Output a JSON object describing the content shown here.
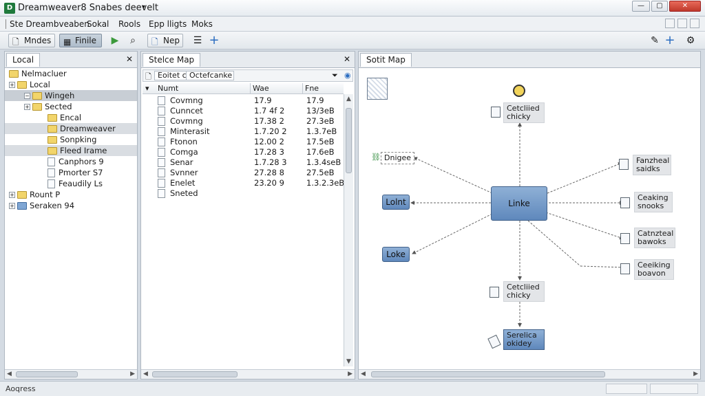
{
  "window": {
    "title": "Dreamweaver8 Snabes deevelt",
    "icon_text": "D",
    "caret": "▾",
    "btn_min": "—",
    "btn_max": "▢",
    "btn_close": "✕"
  },
  "menu": {
    "items": [
      "Ste Dreambveaben",
      "Sokal",
      "Rools",
      "Epp lligts",
      "Moks"
    ]
  },
  "toolbar": {
    "modes_label": "Mndes",
    "finile_label": "Finile",
    "nep_label": "Nep"
  },
  "local_panel": {
    "tab_label": "Local",
    "close": "✕",
    "tree": [
      {
        "label": "Nelmacluer",
        "indent": 0,
        "expander": "",
        "icon": "folder"
      },
      {
        "label": "Local",
        "indent": 0,
        "expander": "+",
        "icon": "folder"
      },
      {
        "label": "Wingeh",
        "indent": 1,
        "expander": "−",
        "icon": "folder",
        "sel": 2
      },
      {
        "label": "Sected",
        "indent": 1,
        "expander": "+",
        "icon": "folder"
      },
      {
        "label": "Encal",
        "indent": 2,
        "expander": "",
        "icon": "folder"
      },
      {
        "label": "Dreamweaver",
        "indent": 2,
        "expander": "",
        "icon": "folder",
        "sel": 1
      },
      {
        "label": "Sonpking",
        "indent": 2,
        "expander": "",
        "icon": "folder"
      },
      {
        "label": "Fleed Irame",
        "indent": 2,
        "expander": "",
        "icon": "folder",
        "sel": 1
      },
      {
        "label": "Canphors 9",
        "indent": 2,
        "expander": "",
        "icon": "file"
      },
      {
        "label": "Pmorter S7",
        "indent": 2,
        "expander": "",
        "icon": "file"
      },
      {
        "label": "Feaudily Ls",
        "indent": 2,
        "expander": "",
        "icon": "file"
      },
      {
        "label": "Rount P",
        "indent": 0,
        "expander": "+",
        "icon": "folder"
      },
      {
        "label": "Seraken 94",
        "indent": 0,
        "expander": "+",
        "icon": "folder-blue"
      }
    ]
  },
  "site_panel": {
    "tab_label": "Stelce Map",
    "close": "✕",
    "path_left": "Eoitet c",
    "path_right": "Octefcanke",
    "columns": {
      "name": "Numt",
      "size": "Wae",
      "type": "Fne"
    },
    "rows": [
      {
        "name": "Covmng",
        "size": "17.9",
        "type": "17.9"
      },
      {
        "name": "Cunncet",
        "size": "1.7 4f 2",
        "type": "13/3eB"
      },
      {
        "name": "Covmng",
        "size": "17.38 2",
        "type": "27.3eB"
      },
      {
        "name": "Minterasit",
        "size": "1.7.20 2",
        "type": "1.3.7eB"
      },
      {
        "name": "Ftonon",
        "size": "12.00 2",
        "type": "17.5eB"
      },
      {
        "name": "Comga",
        "size": "17.28 3",
        "type": "17.6eB"
      },
      {
        "name": "Senar",
        "size": "1.7.28 3",
        "type": "1.3.4seB"
      },
      {
        "name": "Svnner",
        "size": "27.28 8",
        "type": "27.5eB"
      },
      {
        "name": "Enelet",
        "size": "23.20 9",
        "type": "1.3.2.3eB"
      },
      {
        "name": "Sneted",
        "size": "",
        "type": ""
      }
    ]
  },
  "map_panel": {
    "tab_label": "Sotit Map",
    "center_label": "Linke",
    "left_nodes": {
      "bridge": "Dnigee",
      "lolnt": "Lolnt",
      "loke": "Loke"
    },
    "top_node": "Cetcliied chicky",
    "bottom_node": "Cetcliied chicky",
    "bottom2_node": "Serelica okidey",
    "right_nodes": [
      "Fanzheal saidks",
      "Ceaking snooks",
      "Catnzteal bawoks",
      "Ceeiking boavon"
    ]
  },
  "status": {
    "text": "Aoqress"
  }
}
